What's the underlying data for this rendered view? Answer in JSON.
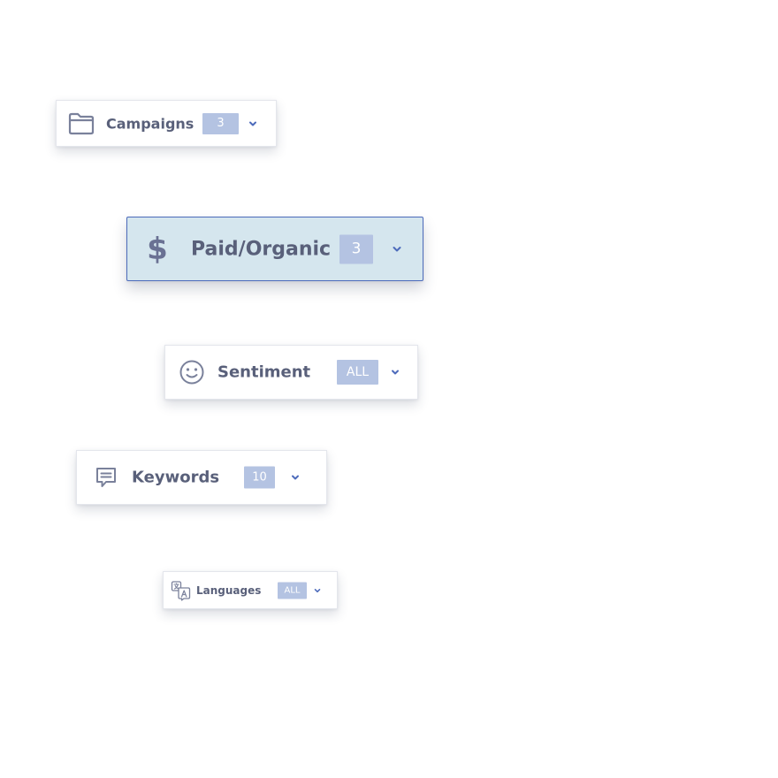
{
  "filters": {
    "campaigns": {
      "label": "Campaigns",
      "badge": "3",
      "icon": "folder-icon"
    },
    "paid_organic": {
      "label": "Paid/Organic",
      "badge": "3",
      "icon": "dollar-icon",
      "icon_glyph": "$",
      "selected": true
    },
    "sentiment": {
      "label": "Sentiment",
      "badge": "ALL",
      "icon": "smiley-icon"
    },
    "keywords": {
      "label": "Keywords",
      "badge": "10",
      "icon": "chat-bubble-icon"
    },
    "languages": {
      "label": "Languages",
      "badge": "ALL",
      "icon": "translate-icon"
    }
  },
  "colors": {
    "label": "#59607a",
    "icon": "#7a819b",
    "badge_bg": "#b4c3e2",
    "chevron": "#4d6bbb",
    "selected_bg": "#d5e6ee",
    "selected_border": "#4d6bbb"
  }
}
